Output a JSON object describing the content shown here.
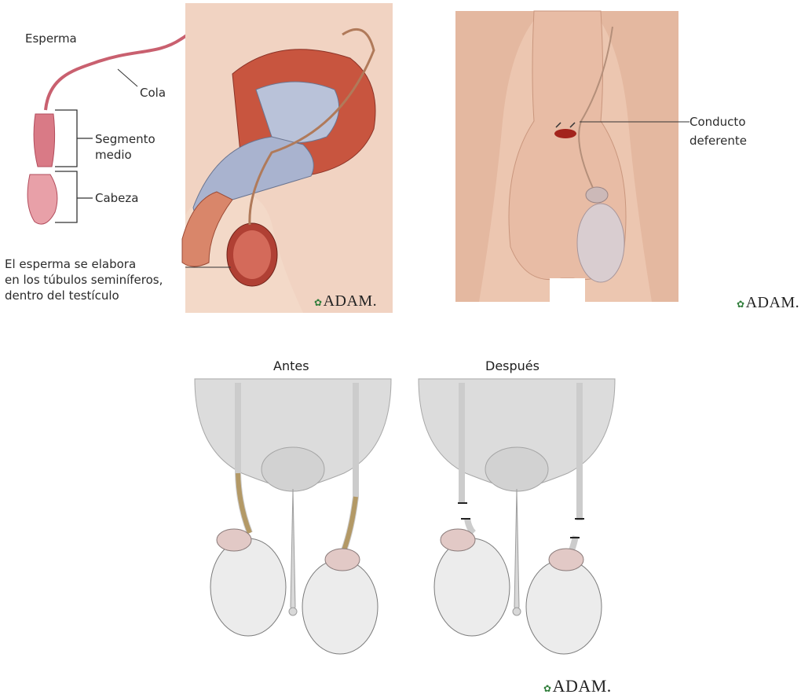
{
  "panel_top_left": {
    "labels": {
      "sperm": "Esperma",
      "tail": "Cola",
      "midpiece_1": "Segmento",
      "midpiece_2": "medio",
      "head": "Cabeza",
      "testis_1": "El esperma se elabora",
      "testis_2": "en los túbulos seminíferos,",
      "testis_3": "dentro del testículo"
    },
    "logo": "ADAM."
  },
  "panel_top_right": {
    "labels": {
      "vas_1": "Conducto",
      "vas_2": "deferente"
    },
    "logo": "ADAM."
  },
  "panel_bottom": {
    "labels": {
      "before": "Antes",
      "after": "Después"
    },
    "logo": "ADAM."
  }
}
